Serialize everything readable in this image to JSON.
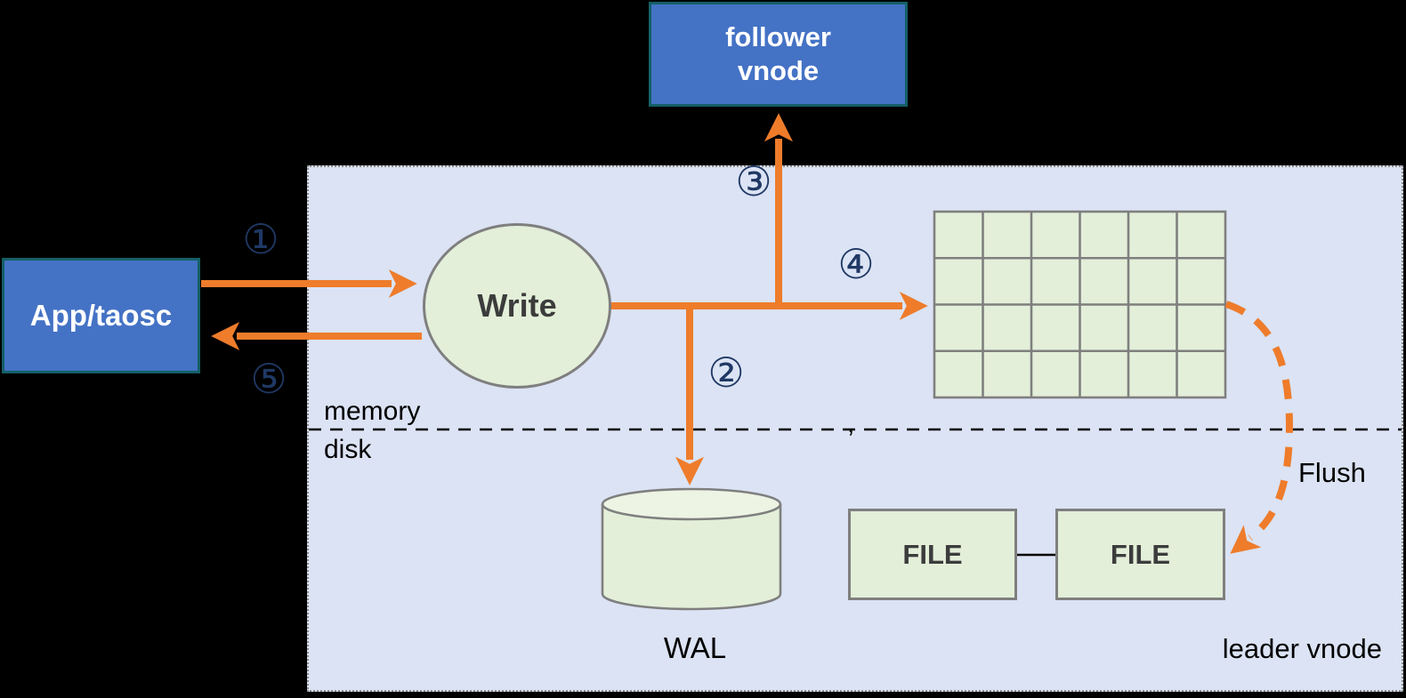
{
  "nodes": {
    "app": {
      "label": "App/taosc"
    },
    "follower": {
      "line1": "follower",
      "line2": "vnode"
    },
    "write": {
      "label": "Write"
    },
    "wal": {
      "label": "WAL"
    },
    "file_left": {
      "label": "FILE"
    },
    "file_right": {
      "label": "FILE"
    }
  },
  "labels": {
    "memory": "memory",
    "disk": "disk",
    "flush": "Flush",
    "leader_vnode": "leader vnode",
    "divider_mark": ","
  },
  "steps": [
    "①",
    "②",
    "③",
    "④",
    "⑤"
  ],
  "memory_table": {
    "rows": 4,
    "cols": 6
  },
  "colors": {
    "background": "#000000",
    "region_fill": "#DBE3F4",
    "region_border": "#8C8C8C",
    "node_blue_fill": "#4472C5",
    "node_blue_border": "#145F66",
    "node_text_white": "#FFFFFF",
    "shape_green_fill": "#E3EFD9",
    "shape_green_top": "#EDF4E4",
    "shape_border_gray": "#7F7F7F",
    "arrow_orange": "#EE7C2B",
    "step_navy": "#1F3864",
    "dark_text": "#3C3C3C",
    "divider_black": "#000000"
  }
}
